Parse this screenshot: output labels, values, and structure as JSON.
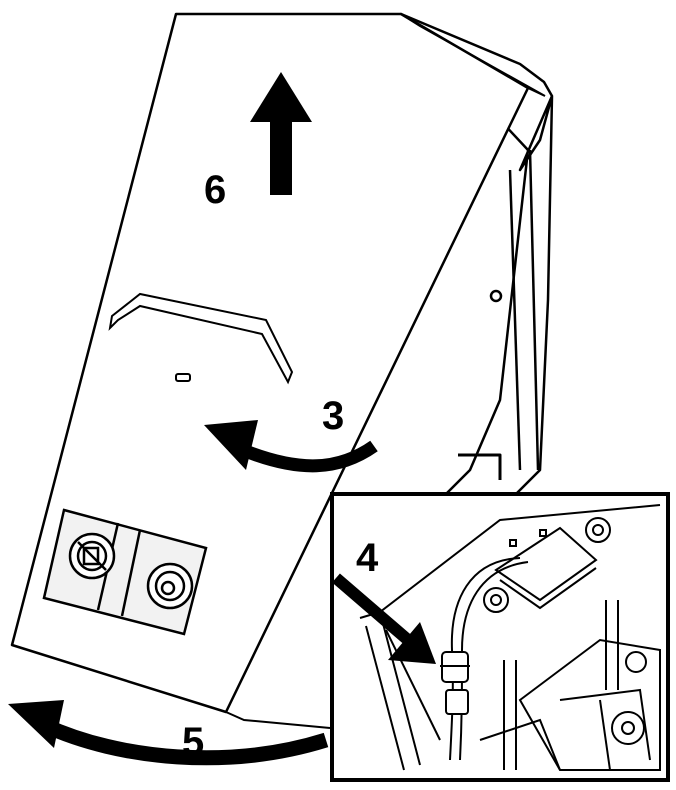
{
  "figure": {
    "steps": {
      "step_6": "6",
      "step_3": "3",
      "step_4": "4",
      "step_5": "5"
    },
    "colors": {
      "line": "#000000",
      "background": "#ffffff",
      "panel_fill": "#ffffff",
      "socket_fill": "#f2f2f2"
    }
  }
}
